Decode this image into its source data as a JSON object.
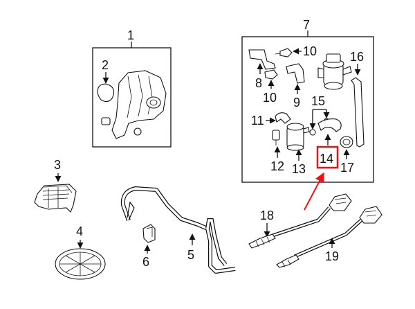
{
  "labels": {
    "p1": "1",
    "p2": "2",
    "p3": "3",
    "p4": "4",
    "p5": "5",
    "p6": "6",
    "p7": "7",
    "p8": "8",
    "p9": "9",
    "p10a": "10",
    "p10b": "10",
    "p11": "11",
    "p12": "12",
    "p13": "13",
    "p14": "14",
    "p15": "15",
    "p16": "16",
    "p17": "17",
    "p18": "18",
    "p19": "19"
  },
  "highlight": {
    "part": "14",
    "color": "#ee1111"
  }
}
